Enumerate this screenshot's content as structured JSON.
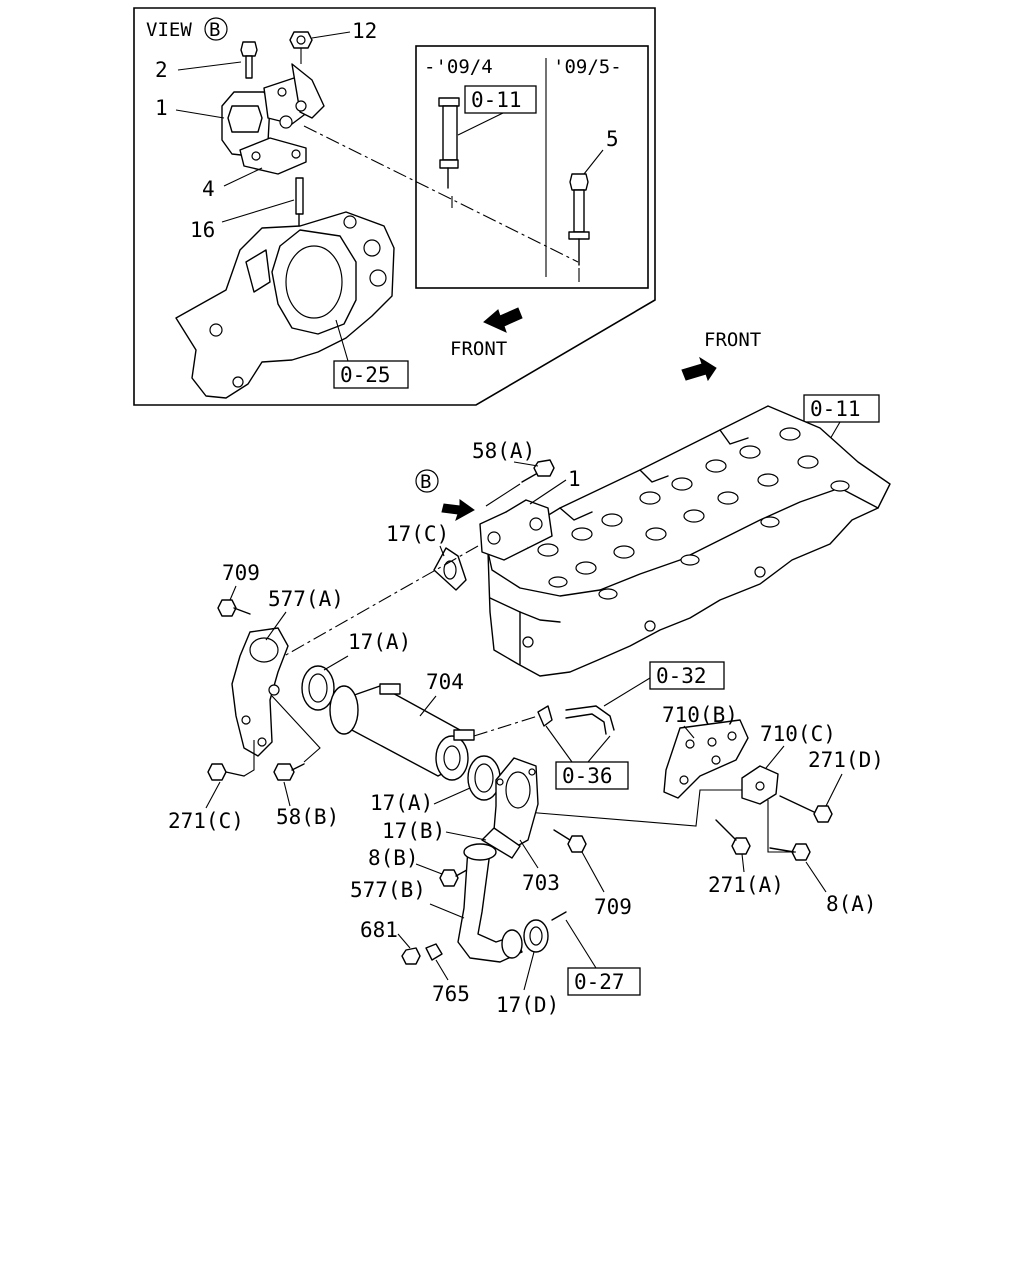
{
  "view_panel": {
    "title_prefix": "VIEW",
    "title_letter": "B",
    "inset_left_label": "-'09/4",
    "inset_right_label": "'09/5-",
    "front_label": "FRONT",
    "refs": {
      "inset_ref": "0-11",
      "housing_ref": "0-25"
    },
    "callouts": {
      "c1": "1",
      "c2": "2",
      "c4": "4",
      "c5": "5",
      "c12": "12",
      "c16": "16"
    }
  },
  "main": {
    "front_label": "FRONT",
    "view_marker": "B",
    "refs": {
      "head": "0-11",
      "hose": "0-32",
      "clamp": "0-36",
      "pipe": "0-27"
    },
    "callouts": {
      "c58a": "58(A)",
      "c1": "1",
      "c17c": "17(C)",
      "c709a": "709",
      "c577a": "577(A)",
      "c17a1": "17(A)",
      "c704": "704",
      "c710b": "710(B)",
      "c710c": "710(C)",
      "c271d": "271(D)",
      "c271c": "271(C)",
      "c58b": "58(B)",
      "c17a2": "17(A)",
      "c17b": "17(B)",
      "c8b": "8(B)",
      "c703": "703",
      "c709b": "709",
      "c271a": "271(A)",
      "c8a": "8(A)",
      "c577b": "577(B)",
      "c681": "681",
      "c765": "765",
      "c17d": "17(D)"
    }
  }
}
